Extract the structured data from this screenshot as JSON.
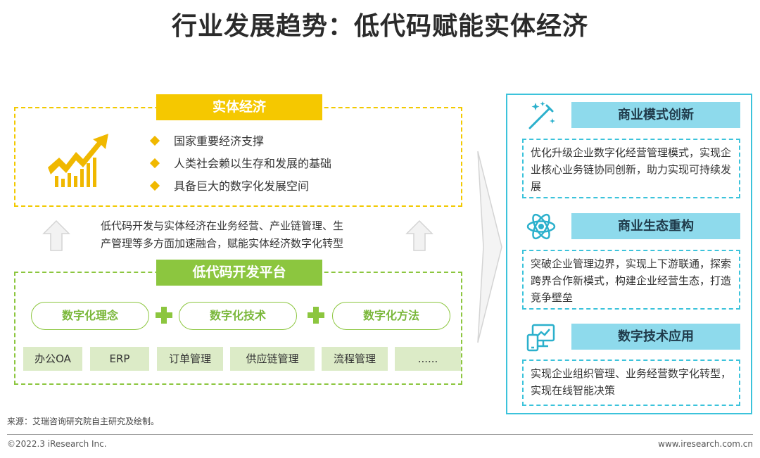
{
  "title": "行业发展趋势：低代码赋能实体经济",
  "real_economy": {
    "header": "实体经济",
    "bullets": [
      "国家重要经济支撑",
      "人类社会赖以生存和发展的基础",
      "具备巨大的数字化发展空间"
    ]
  },
  "description_lines": [
    "低代码开发与实体经济在业务经营、产业链管理、生",
    "产管理等多方面加速融合，赋能实体经济数字化转型"
  ],
  "low_code_platform": {
    "header": "低代码开发平台",
    "pills": [
      "数字化理念",
      "数字化技术",
      "数字化方法"
    ],
    "tiles": [
      "办公OA",
      "ERP",
      "订单管理",
      "供应链管理",
      "流程管理",
      "......"
    ]
  },
  "right_panel": [
    {
      "heading": "商业模式创新",
      "icon": "magic-wand-icon",
      "text": "优化升级企业数字化经营管理模式，实现企业核心业务链协同创新，助力实现可持续发展"
    },
    {
      "heading": "商业生态重构",
      "icon": "atom-icon",
      "text": "突破企业管理边界，实现上下游联通，探索跨界合作新模式，构建企业经营生态，打造竞争壁垒"
    },
    {
      "heading": "数字技术应用",
      "icon": "devices-icon",
      "text": "实现企业组织管理、业务经营数字化转型，实现在线智能决策"
    }
  ],
  "source": "来源：艾瑞咨询研究院自主研究及绘制。",
  "copyright": "©2022.3 iResearch Inc.",
  "website": "www.iresearch.com.cn",
  "colors": {
    "yellow": "#f5c800",
    "green": "#8cc63f",
    "cyan": "#3cc3db",
    "light_cyan": "#8edaec",
    "tile_green": "#dcebc7"
  }
}
